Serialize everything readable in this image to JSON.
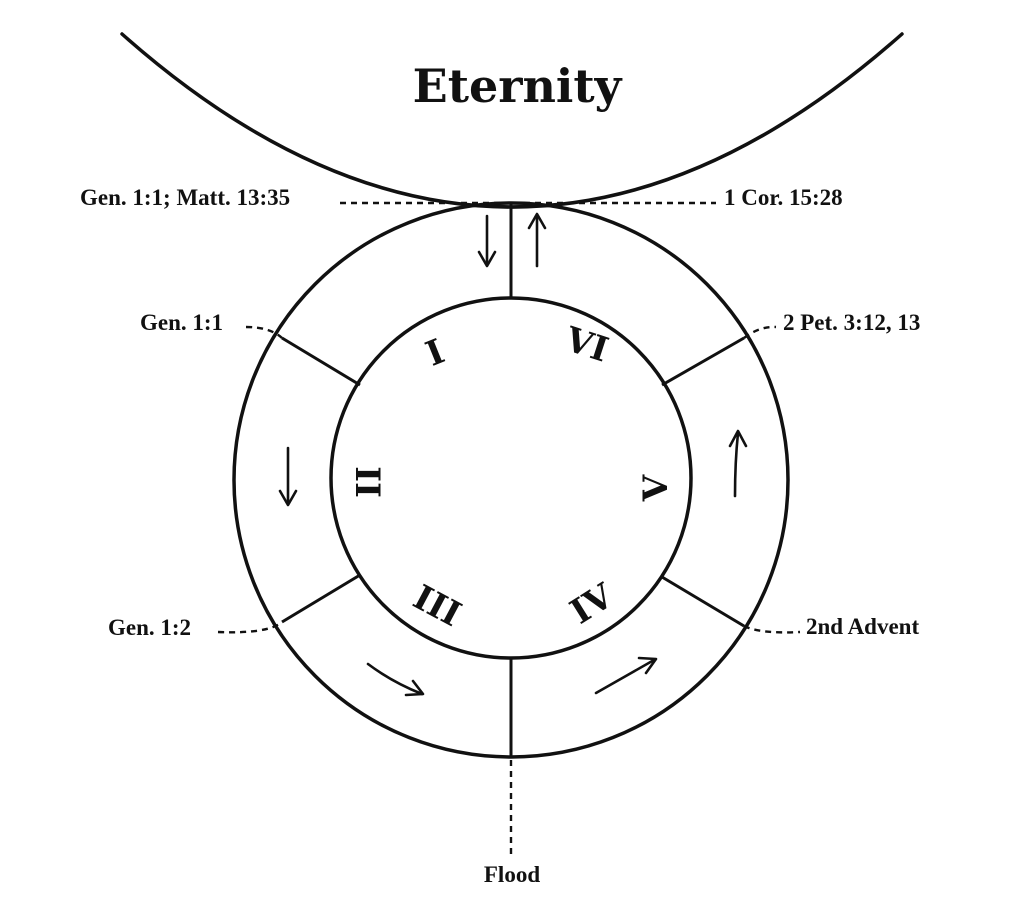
{
  "title": "Eternity",
  "references": {
    "creation": "Gen. 1:1; Matt. 13:35",
    "consummation": "1 Cor. 15:28",
    "gen_1_1": "Gen. 1:1",
    "pet": "2 Pet. 3:12, 13",
    "gen_1_2": "Gen. 1:2",
    "advent": "2nd Advent",
    "flood": "Flood"
  },
  "numerals": [
    "I",
    "II",
    "III",
    "IV",
    "V",
    "VI"
  ]
}
